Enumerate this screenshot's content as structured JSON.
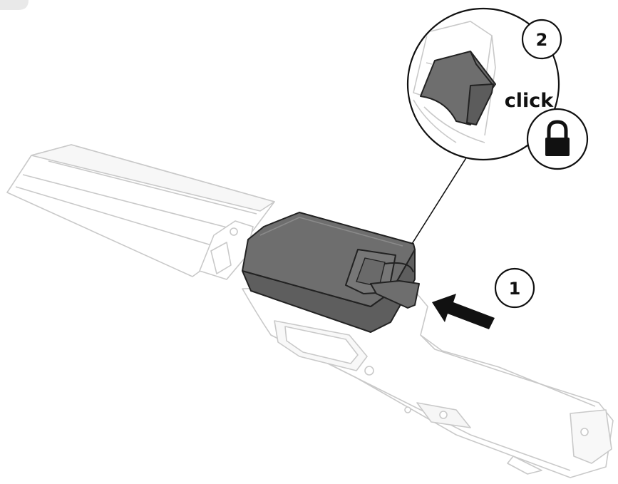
{
  "steps": [
    {
      "number": "1"
    },
    {
      "number": "2"
    }
  ],
  "zoom_callout": {
    "label": "click"
  },
  "icons": {
    "lock": "lock-icon",
    "arrow": "insert-arrow-icon"
  },
  "colors": {
    "device_outline": "#c9c9c9",
    "battery_fill": "#6e6e6e",
    "ink": "#111111"
  }
}
